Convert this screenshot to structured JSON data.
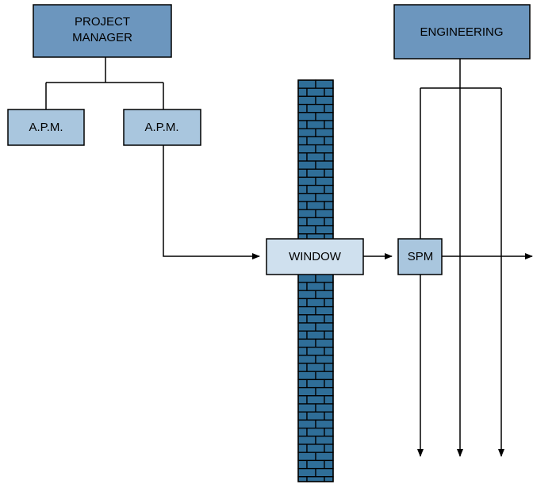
{
  "boxes": {
    "project_manager_line1": "PROJECT",
    "project_manager_line2": "MANAGER",
    "apm_left": "A.P.M.",
    "apm_right": "A.P.M.",
    "engineering": "ENGINEERING",
    "window": "WINDOW",
    "spm": "SPM"
  },
  "colors": {
    "dark_box": "#6c96be",
    "light_box": "#a9c6de",
    "pale_box": "#cfe0ee",
    "wall_brick": "#2f6e98",
    "line": "#000000"
  }
}
